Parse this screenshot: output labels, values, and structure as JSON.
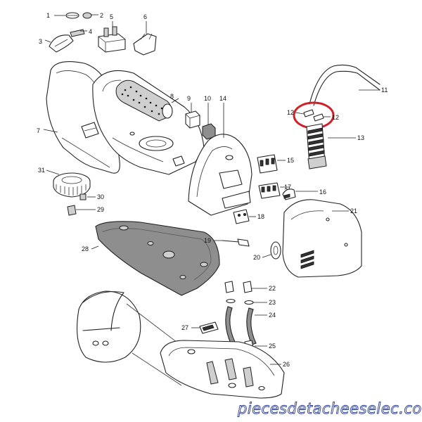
{
  "diagram": {
    "part_numbers": [
      "1",
      "2",
      "3",
      "4",
      "5",
      "6",
      "7",
      "8",
      "9",
      "10",
      "11",
      "12",
      "12",
      "13",
      "14",
      "15",
      "16",
      "17",
      "18",
      "19",
      "20",
      "21",
      "22",
      "23",
      "24",
      "25",
      "26",
      "27",
      "28",
      "29",
      "30",
      "31"
    ],
    "highlight_color": "#d0202a",
    "watermark": "piecesdetacheeselec.com",
    "watermark_color": "#2c3e8c"
  }
}
